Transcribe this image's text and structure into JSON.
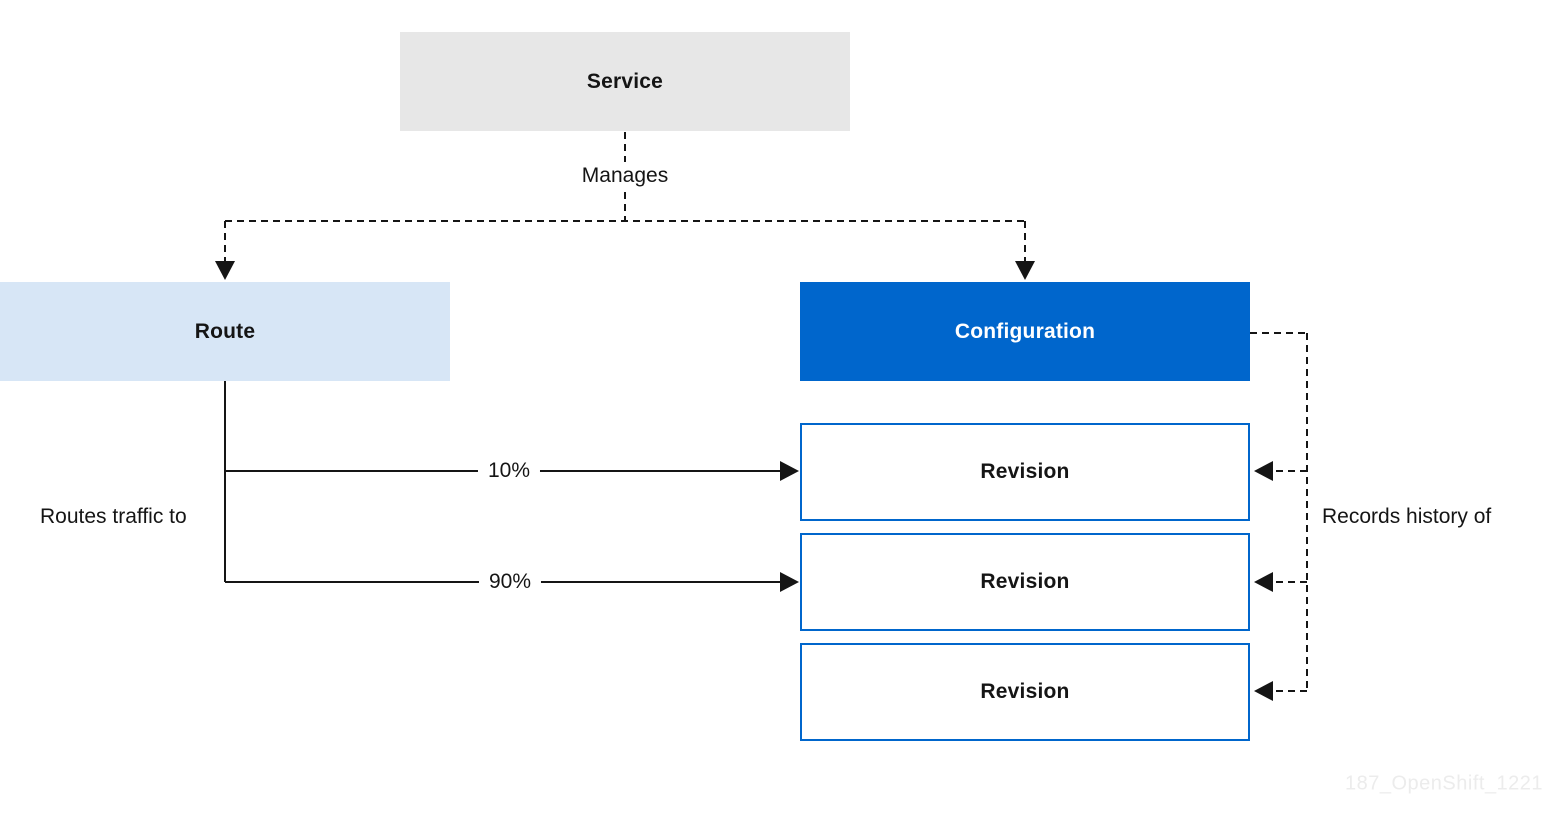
{
  "diagram": {
    "nodes": {
      "service": {
        "label": "Service"
      },
      "route": {
        "label": "Route"
      },
      "configuration": {
        "label": "Configuration"
      },
      "revisions": [
        {
          "label": "Revision"
        },
        {
          "label": "Revision"
        },
        {
          "label": "Revision"
        }
      ]
    },
    "edges": {
      "manages_label": "Manages",
      "routes_traffic_label": "Routes traffic to",
      "records_history_label": "Records history of",
      "traffic_percent_top": "10%",
      "traffic_percent_bottom": "90%"
    },
    "watermark": "187_OpenShift_1221",
    "colors": {
      "service_fill": "#E7E7E7",
      "route_fill": "#D7E6F6",
      "configuration_fill": "#0066CC",
      "revision_border": "#0066CC",
      "connector": "#151515",
      "text_dark": "#151515",
      "text_light": "#FFFFFF",
      "watermark": "#ECECEC"
    }
  }
}
